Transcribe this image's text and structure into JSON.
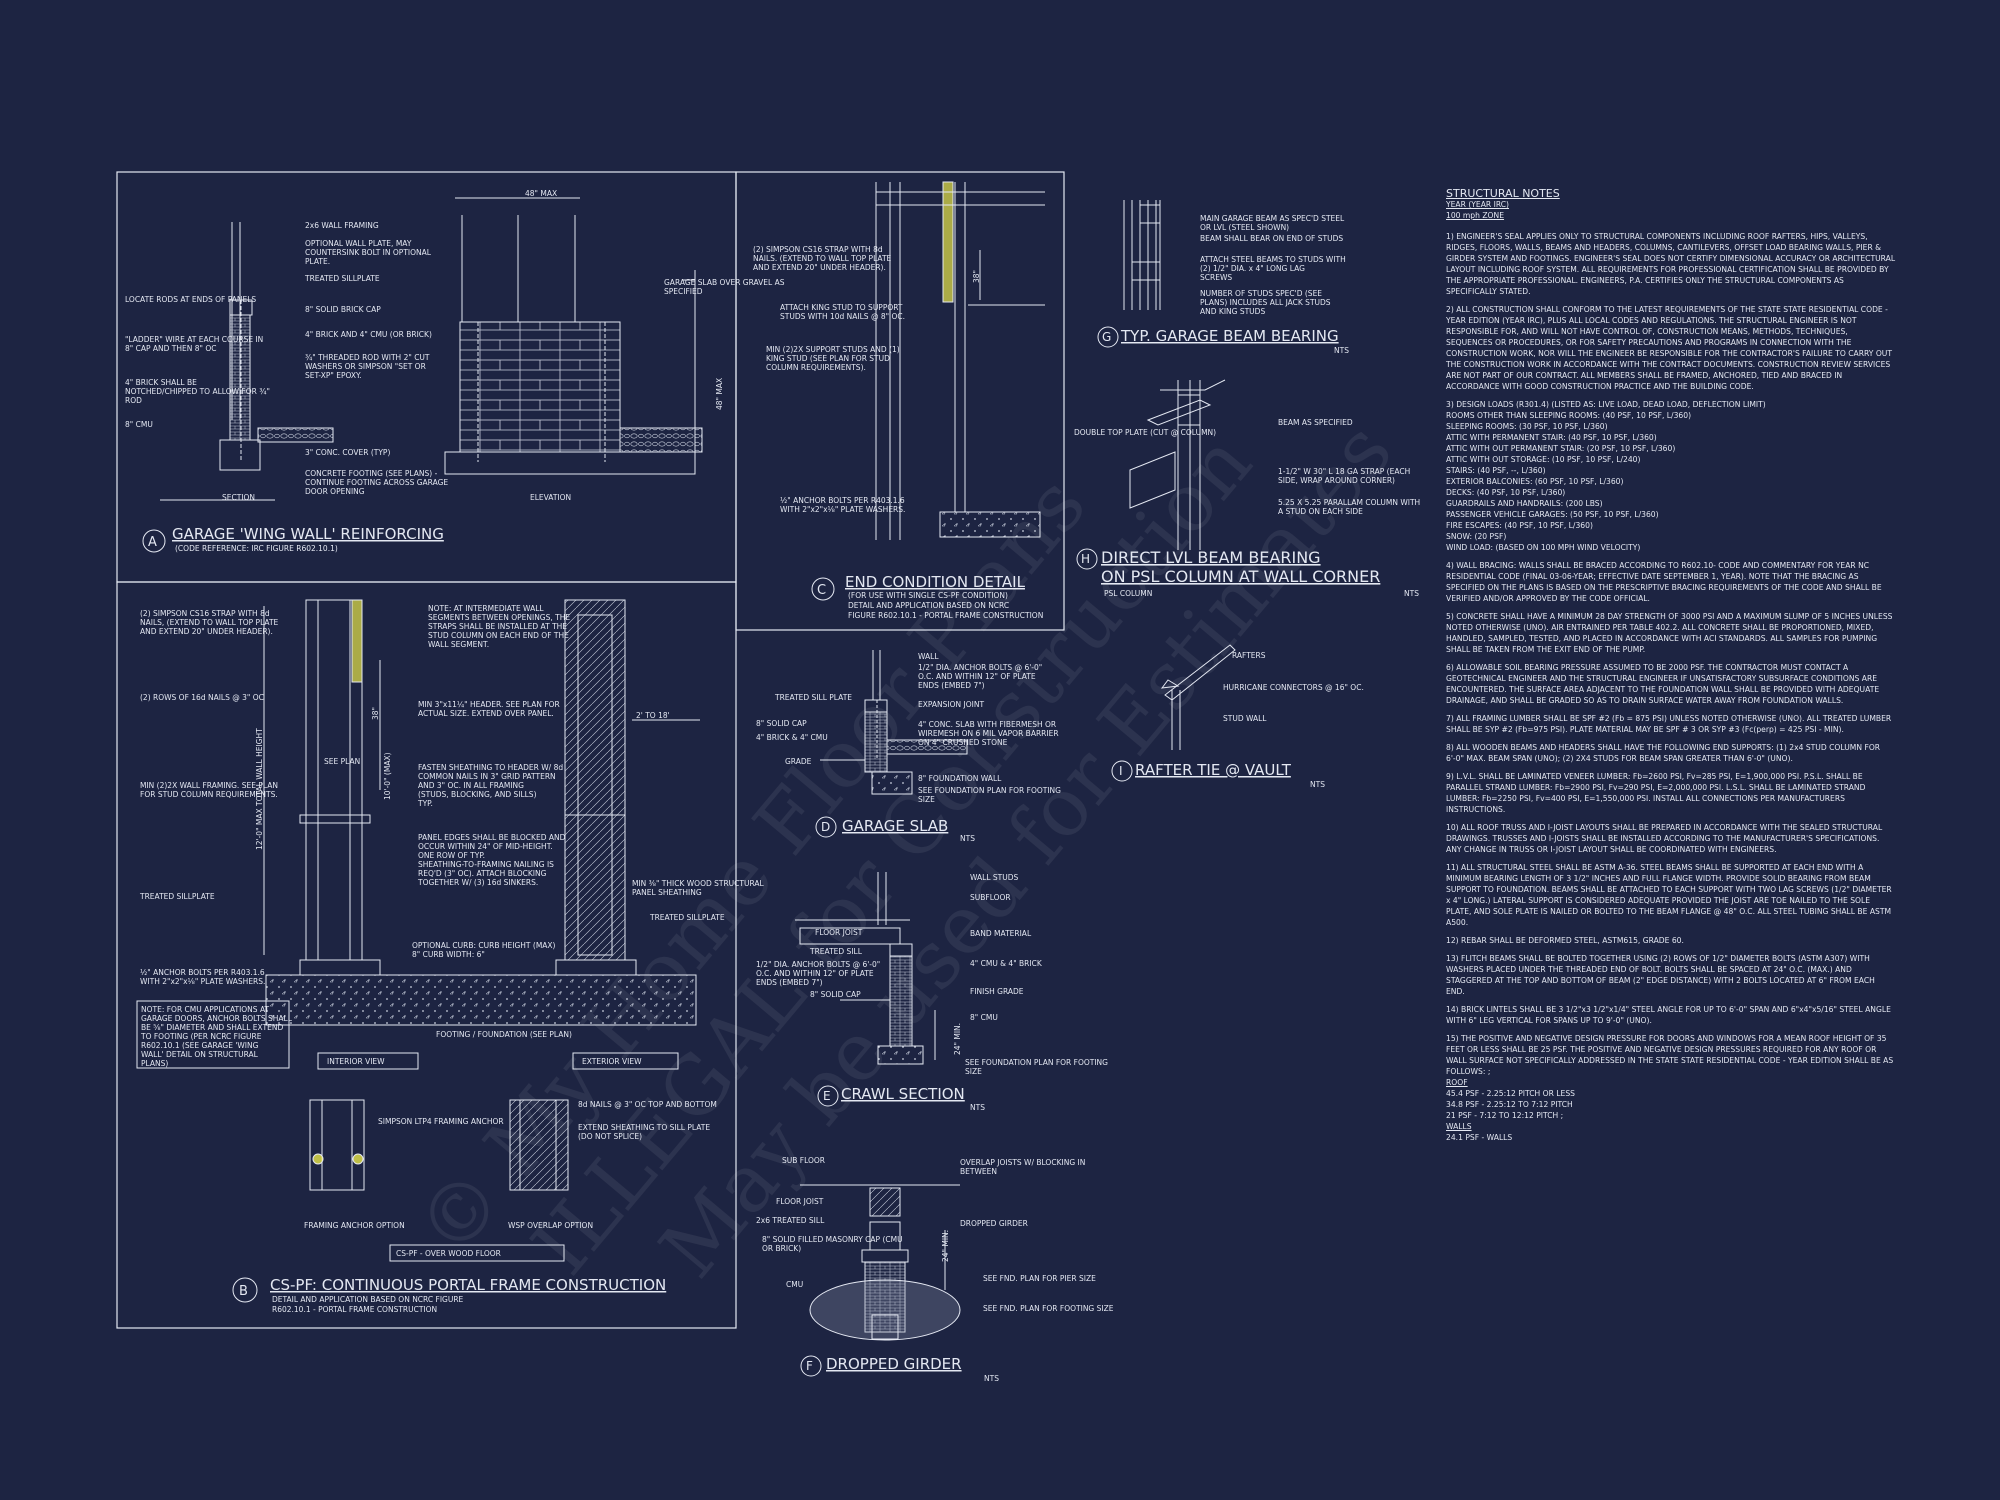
{
  "detail_a": {
    "letter": "A",
    "title": "GARAGE 'WING WALL' REINFORCING",
    "subtitle": "(CODE REFERENCE: IRC FIGURE R602.10.1)",
    "section_label": "SECTION",
    "elevation_label": "ELEVATION",
    "dim_48_max": "48\" MAX",
    "dim_48_max_v": "48\" MAX",
    "callouts": {
      "wall_framing": "2x6 WALL FRAMING",
      "optional_plate": "OPTIONAL WALL PLATE, MAY COUNTERSINK BOLT IN OPTIONAL PLATE.",
      "treated_sill": "TREATED SILLPLATE",
      "solid_cap": "8\" SOLID BRICK CAP",
      "brick_cmu": "4\" BRICK AND 4\" CMU (OR BRICK)",
      "threaded_rod": "¾\" THREADED ROD WITH 2\" CUT WASHERS OR SIMPSON \"SET OR SET-XP\" EPOXY.",
      "locate_rods": "LOCATE RODS AT ENDS OF PANELS",
      "ladder_wire": "\"LADDER\" WIRE AT EACH COURSE IN 8\" CAP AND THEN 8\" OC",
      "notched": "4\" BRICK SHALL BE NOTCHED/CHIPPED TO ALLOW FOR ¾\" ROD",
      "cmu8": "8\" CMU",
      "conc_cover": "3\" CONC. COVER (TYP)",
      "footing": "CONCRETE FOOTING (SEE PLANS) - CONTINUE FOOTING ACROSS GARAGE DOOR OPENING",
      "garage_slab": "GARAGE SLAB OVER GRAVEL AS SPECIFIED"
    }
  },
  "detail_b": {
    "letter": "B",
    "title": "CS-PF: CONTINUOUS PORTAL FRAME CONSTRUCTION",
    "subtitle_1": "DETAIL AND APPLICATION BASED ON NCRC FIGURE",
    "subtitle_2": "R602.10.1 - PORTAL FRAME CONSTRUCTION",
    "interior_view": "INTERIOR VIEW",
    "exterior_view": "EXTERIOR VIEW",
    "framing_anchor": "FRAMING ANCHOR OPTION",
    "wsp_overlap": "WSP OVERLAP OPTION",
    "over_wood_floor": "CS-PF - OVER WOOD FLOOR",
    "see_plan": "SEE PLAN",
    "total_height": "12'-0\" MAX TOTAL WALL HEIGHT",
    "dim_10": "10'-0\" (MAX)",
    "dim_2_to_18": "2' TO 18'",
    "dim_38": "38\"",
    "callouts": {
      "strap": "(2) SIMPSON CS16 STRAP WITH 8d NAILS, (EXTEND TO WALL TOP PLATE AND EXTEND 20\" UNDER HEADER).",
      "nails": "(2) ROWS OF 16d NAILS @ 3\" OC",
      "min_framing": "MIN (2)2X WALL FRAMING. SEE PLAN FOR STUD COLUMN REQUIREMENTS.",
      "treated_sill": "TREATED SILLPLATE",
      "anchor_bolts": "½\" ANCHOR BOLTS PER R403.1.6 WITH 2\"x2\"x⅛\" PLATE WASHERS.",
      "cmu_note": "NOTE: FOR CMU APPLICATIONS AT GARAGE DOORS, ANCHOR BOLTS SHALL BE ⅝\" DIAMETER AND SHALL EXTEND TO FOOTING (PER NCRC FIGURE R602.10.1 (SEE GARAGE 'WING WALL' DETAIL ON STRUCTURAL PLANS)",
      "intermediate": "NOTE: AT INTERMEDIATE WALL SEGMENTS BETWEEN OPENINGS, THE STRAPS SHALL BE INSTALLED AT THE STUD COLUMN ON EACH END OF THE WALL SEGMENT.",
      "header": "MIN 3\"x11¼\" HEADER. SEE PLAN FOR ACTUAL SIZE. EXTEND OVER PANEL.",
      "fasten": "FASTEN SHEATHING TO HEADER W/ 8d COMMON NAILS IN 3\" GRID PATTERN AND 3\" OC. IN ALL FRAMING (STUDS, BLOCKING, AND SILLS) TYP.",
      "panel_edges": "PANEL EDGES SHALL BE BLOCKED AND OCCUR WITHIN 24\" OF MID-HEIGHT. ONE ROW OF TYP. SHEATHING-TO-FRAMING NAILING IS REQ'D (3\" OC). ATTACH BLOCKING TOGETHER W/ (3) 16d SINKERS.",
      "wsp": "MIN ⅜\" THICK WOOD STRUCTURAL PANEL SHEATHING",
      "treated_sill_ext": "TREATED SILLPLATE",
      "curb": "OPTIONAL CURB: CURB HEIGHT (MAX) 8\" CURB WIDTH: 6\"",
      "footing": "FOOTING / FOUNDATION (SEE PLAN)",
      "ltp4": "SIMPSON LTP4 FRAMING ANCHOR",
      "wsp_top": "8d NAILS @ 3\" OC TOP AND BOTTOM",
      "extend_sheathing": "EXTEND SHEATHING TO SILL PLATE (DO NOT SPLICE)"
    }
  },
  "detail_c": {
    "letter": "C",
    "title": "END CONDITION DETAIL",
    "sub_1": "(FOR USE WITH SINGLE CS-PF CONDITION)",
    "sub_2": "DETAIL AND APPLICATION BASED ON NCRC",
    "sub_3": "FIGURE R602.10.1 - PORTAL FRAME CONSTRUCTION",
    "dim_38": "38\"",
    "callouts": {
      "strap": "(2) SIMPSON CS16 STRAP WITH 8d NAILS. (EXTEND TO WALL TOP PLATE AND EXTEND 20\" UNDER HEADER).",
      "king_stud": "ATTACH KING STUD TO SUPPORT STUDS WITH 10d NAILS @ 8\" OC.",
      "min_studs": "MIN (2)2X SUPPORT STUDS AND (1) KING STUD (SEE PLAN FOR STUD COLUMN REQUIREMENTS).",
      "anchor": "½\" ANCHOR BOLTS PER R403.1.6 WITH 2\"x2\"x⅛\" PLATE WASHERS."
    }
  },
  "detail_d": {
    "letter": "D",
    "title": "GARAGE SLAB",
    "nts": "NTS",
    "callouts": {
      "wall": "WALL",
      "anchor": "1/2\" DIA. ANCHOR BOLTS @ 6'-0\" O.C. AND WITHIN 12\" OF PLATE ENDS (EMBED 7\")",
      "treated": "TREATED SILL PLATE",
      "solid_cap": "8\" SOLID CAP",
      "brick": "4\" BRICK & 4\" CMU",
      "grade": "GRADE",
      "expansion": "EXPANSION JOINT",
      "slab": "4\" CONC. SLAB WITH FIBERMESH OR WIREMESH ON 6 MIL VAPOR BARRIER ON 4\" CRUSHED STONE",
      "fnd_wall": "8\" FOUNDATION WALL",
      "see_fnd": "SEE FOUNDATION PLAN FOR FOOTING SIZE"
    }
  },
  "detail_e": {
    "letter": "E",
    "title": "CRAWL SECTION",
    "nts": "NTS",
    "dim_24": "24\" MIN.",
    "callouts": {
      "wall_studs": "WALL STUDS",
      "subfloor": "SUBFLOOR",
      "floor_joist": "FLOOR JOIST",
      "band": "BAND MATERIAL",
      "treated": "TREATED SILL",
      "anchor": "1/2\" DIA. ANCHOR BOLTS @ 6'-0\" O.C. AND WITHIN 12\" OF PLATE ENDS (EMBED 7\")",
      "solid_cap": "8\" SOLID CAP",
      "cmu4": "4\" CMU & 4\" BRICK",
      "grade": "FINISH GRADE",
      "cmu8": "8\" CMU",
      "see_fnd": "SEE FOUNDATION PLAN FOR FOOTING SIZE"
    }
  },
  "detail_f": {
    "letter": "F",
    "title": "DROPPED GIRDER",
    "nts": "NTS",
    "dim_24": "24\" MIN.",
    "callouts": {
      "sub_floor": "SUB FLOOR",
      "overlap": "OVERLAP JOISTS W/ BLOCKING IN BETWEEN",
      "floor_joist": "FLOOR JOIST",
      "treated": "2x6 TREATED SILL",
      "girder": "DROPPED GIRDER",
      "masonry": "8\" SOLID FILLED MASONRY CAP (CMU OR BRICK)",
      "cmu": "CMU",
      "pier": "SEE FND. PLAN FOR PIER SIZE",
      "footing": "SEE FND. PLAN FOR FOOTING SIZE"
    }
  },
  "detail_g": {
    "letter": "G",
    "title": "TYP. GARAGE BEAM BEARING",
    "nts": "NTS",
    "callouts": {
      "beam": "MAIN GARAGE BEAM AS SPEC'D STEEL OR LVL (STEEL SHOWN)",
      "bear": "BEAM SHALL BEAR ON END OF STUDS",
      "attach": "ATTACH STEEL BEAMS TO STUDS WITH (2) 1/2\" DIA. x 4\" LONG LAG SCREWS",
      "number": "NUMBER OF STUDS SPEC'D (SEE PLANS) INCLUDES ALL JACK STUDS AND KING STUDS"
    }
  },
  "detail_h": {
    "letter": "H",
    "title_1": "DIRECT LVL BEAM BEARING",
    "title_2": "ON PSL COLUMN AT WALL CORNER",
    "sub": "PSL COLUMN",
    "nts": "NTS",
    "callouts": {
      "double_top": "DOUBLE TOP PLATE (CUT @ COLUMN)",
      "beam": "BEAM AS SPECIFIED",
      "strap": "1-1/2\" W 30\" L 18 GA STRAP (EACH SIDE, WRAP AROUND CORNER)",
      "psl": "5.25 X 5.25 PARALLAM COLUMN WITH A STUD ON EACH SIDE"
    }
  },
  "detail_i": {
    "letter": "I",
    "title": "RAFTER TIE @ VAULT",
    "nts": "NTS",
    "callouts": {
      "rafters": "RAFTERS",
      "hurricane": "HURRICANE CONNECTORS @ 16\" OC.",
      "stud_wall": "STUD WALL"
    }
  },
  "watermark": {
    "line_1": "© My Home Floor Plans",
    "line_2": "ILLEGAL for Construction",
    "line_3": "May be used for Estimates"
  },
  "notes": {
    "title": "STRUCTURAL NOTES",
    "year": "YEAR (YEAR IRC)",
    "zone": "100 mph ZONE",
    "n1": "1) ENGINEER'S SEAL APPLIES ONLY TO STRUCTURAL COMPONENTS INCLUDING ROOF RAFTERS, HIPS, VALLEYS, RIDGES, FLOORS, WALLS, BEAMS AND HEADERS, COLUMNS, CANTILEVERS, OFFSET LOAD BEARING WALLS, PIER & GIRDER SYSTEM AND FOOTINGS. ENGINEER'S SEAL DOES NOT CERTIFY DIMENSIONAL ACCURACY OR ARCHITECTURAL LAYOUT INCLUDING ROOF SYSTEM. ALL REQUIREMENTS FOR PROFESSIONAL CERTIFICATION SHALL BE PROVIDED BY THE APPROPRIATE PROFESSIONAL. ENGINEERS, P.A. CERTIFIES ONLY THE STRUCTURAL COMPONENTS AS SPECIFICALLY STATED.",
    "n2": "2) ALL CONSTRUCTION SHALL CONFORM TO THE LATEST REQUIREMENTS OF THE STATE STATE RESIDENTIAL CODE - YEAR EDITION (YEAR IRC), PLUS ALL LOCAL CODES AND REGULATIONS. THE STRUCTURAL ENGINEER IS NOT RESPONSIBLE FOR, AND WILL NOT HAVE CONTROL OF, CONSTRUCTION MEANS, METHODS, TECHNIQUES, SEQUENCES OR PROCEDURES, OR FOR SAFETY PRECAUTIONS AND PROGRAMS IN CONNECTION WITH THE CONSTRUCTION WORK, NOR WILL THE ENGINEER BE RESPONSIBLE FOR THE CONTRACTOR'S FAILURE TO CARRY OUT THE CONSTRUCTION WORK IN ACCORDANCE WITH THE CONTRACT DOCUMENTS. CONSTRUCTION REVIEW SERVICES ARE NOT PART OF OUR CONTRACT. ALL MEMBERS SHALL BE FRAMED, ANCHORED, TIED AND BRACED IN ACCORDANCE WITH GOOD CONSTRUCTION PRACTICE AND THE BUILDING CODE.",
    "n3": "3) DESIGN LOADS (R301.4) (LISTED AS: LIVE LOAD, DEAD LOAD, DEFLECTION LIMIT)",
    "loads": [
      "ROOMS OTHER THAN SLEEPING ROOMS: (40 PSF, 10 PSF, L/360)",
      "SLEEPING ROOMS: (30 PSF, 10 PSF, L/360)",
      "ATTIC WITH PERMANENT STAIR: (40 PSF, 10 PSF, L/360)",
      "ATTIC WITH OUT PERMANENT STAIR: (20 PSF, 10 PSF, L/360)",
      "ATTIC WITH OUT STORAGE: (10 PSF, 10 PSF, L/240)",
      "STAIRS: (40 PSF, --, L/360)",
      "EXTERIOR BALCONIES: (60 PSF, 10 PSF, L/360)",
      "DECKS: (40 PSF, 10 PSF, L/360)",
      "GUARDRAILS AND HANDRAILS: (200 LBS)",
      "PASSENGER VEHICLE GARAGES: (50 PSF, 10 PSF, L/360)",
      "FIRE ESCAPES: (40 PSF, 10 PSF, L/360)",
      "SNOW: (20 PSF)",
      "WIND LOAD: (BASED ON 100 MPH WIND VELOCITY)"
    ],
    "n4": "4) WALL BRACING: WALLS SHALL BE BRACED ACCORDING TO R602.10- CODE AND COMMENTARY FOR YEAR NC RESIDENTIAL CODE (FINAL 03-06-YEAR; EFFECTIVE DATE SEPTEMBER 1, YEAR). NOTE THAT THE BRACING AS SPECIFIED ON THE PLANS IS BASED ON THE PRESCRIPTIVE BRACING REQUIREMENTS OF THE CODE AND SHALL BE VERIFIED AND/OR APPROVED BY THE CODE OFFICIAL.",
    "n5": "5) CONCRETE SHALL HAVE A MINIMUM 28 DAY STRENGTH OF 3000 PSI AND A MAXIMUM SLUMP OF 5 INCHES UNLESS NOTED OTHERWISE (UNO). AIR ENTRAINED PER TABLE 402.2. ALL CONCRETE SHALL BE PROPORTIONED, MIXED, HANDLED, SAMPLED, TESTED, AND PLACED IN ACCORDANCE WITH ACI STANDARDS. ALL SAMPLES FOR PUMPING SHALL BE TAKEN FROM THE EXIT END OF THE PUMP.",
    "n6": "6) ALLOWABLE SOIL BEARING PRESSURE ASSUMED TO BE 2000 PSF. THE CONTRACTOR MUST CONTACT A GEOTECHNICAL ENGINEER AND THE STRUCTURAL ENGINEER IF UNSATISFACTORY SUBSURFACE CONDITIONS ARE ENCOUNTERED. THE SURFACE AREA ADJACENT TO THE FOUNDATION WALL SHALL BE PROVIDED WITH ADEQUATE DRAINAGE, AND SHALL BE GRADED SO AS TO DRAIN SURFACE WATER AWAY FROM FOUNDATION WALLS.",
    "n7": "7) ALL FRAMING LUMBER SHALL BE SPF #2 (Fb = 875 PSI) UNLESS NOTED OTHERWISE (UNO). ALL TREATED LUMBER SHALL BE SYP #2 (Fb=975 PSI). PLATE MATERIAL MAY BE SPF # 3 OR SYP #3 (Fc(perp) = 425 PSI - MIN).",
    "n8": "8) ALL WOODEN BEAMS AND HEADERS SHALL HAVE THE FOLLOWING END SUPPORTS: (1) 2x4 STUD COLUMN FOR 6'-0\" MAX. BEAM SPAN (UNO); (2) 2X4 STUDS FOR BEAM SPAN GREATER THAN 6'-0\" (UNO).",
    "n9": "9) L.V.L. SHALL BE LAMINATED VENEER LUMBER: Fb=2600 PSI, Fv=285 PSI, E=1,900,000 PSI. P.S.L. SHALL BE PARALLEL STRAND LUMBER: Fb=2900 PSI, Fv=290 PSI, E=2,000,000 PSI. L.S.L. SHALL BE LAMINATED STRAND LUMBER: Fb=2250 PSI, Fv=400 PSI, E=1,550,000 PSI. INSTALL ALL CONNECTIONS PER MANUFACTURERS INSTRUCTIONS.",
    "n10": "10) ALL ROOF TRUSS AND I-JOIST LAYOUTS SHALL BE PREPARED IN ACCORDANCE WITH THE SEALED STRUCTURAL DRAWINGS. TRUSSES AND I-JOISTS SHALL BE INSTALLED ACCORDING TO THE MANUFACTURER'S SPECIFICATIONS. ANY CHANGE IN TRUSS OR I-JOIST LAYOUT SHALL BE COORDINATED WITH ENGINEERS.",
    "n11": "11) ALL STRUCTURAL STEEL SHALL BE ASTM A-36. STEEL BEAMS SHALL BE SUPPORTED AT EACH END WITH A MINIMUM BEARING LENGTH OF 3 1/2\" INCHES AND FULL FLANGE WIDTH. PROVIDE SOLID BEARING FROM BEAM SUPPORT TO FOUNDATION. BEAMS SHALL BE ATTACHED TO EACH SUPPORT WITH TWO LAG SCREWS (1/2\" DIAMETER x 4\" LONG.) LATERAL SUPPORT IS CONSIDERED ADEQUATE PROVIDED THE JOIST ARE TOE NAILED TO THE SOLE PLATE, AND SOLE PLATE IS NAILED OR BOLTED TO THE BEAM FLANGE @ 48\" O.C. ALL STEEL TUBING SHALL BE ASTM A500.",
    "n12": "12) REBAR SHALL BE DEFORMED STEEL, ASTM615, GRADE 60.",
    "n13": "13) FLITCH BEAMS SHALL BE BOLTED TOGETHER USING (2) ROWS OF 1/2\" DIAMETER BOLTS (ASTM A307) WITH WASHERS PLACED UNDER THE THREADED END OF BOLT. BOLTS SHALL BE SPACED AT 24\" O.C. (MAX.) AND STAGGERED AT THE TOP AND BOTTOM OF BEAM (2\" EDGE DISTANCE) WITH 2 BOLTS LOCATED AT 6\" FROM EACH END.",
    "n14": "14) BRICK LINTELS SHALL BE 3 1/2\"x3 1/2\"x1/4\" STEEL ANGLE FOR UP TO 6'-0\" SPAN AND 6\"x4\"x5/16\" STEEL ANGLE WITH 6\" LEG VERTICAL FOR SPANS UP TO 9'-0\" (UNO).",
    "n15": "15) THE POSITIVE AND NEGATIVE DESIGN PRESSURE FOR DOORS AND WINDOWS FOR A MEAN ROOF HEIGHT OF 35 FEET OR LESS SHALL BE 25 PSF. THE POSITIVE AND NEGATIVE DESIGN PRESSURES REQUIRED FOR ANY ROOF OR WALL SURFACE NOT SPECIFICALLY ADDRESSED IN THE STATE STATE RESIDENTIAL CODE - YEAR EDITION SHALL BE AS FOLLOWS: ;",
    "roof_label": "ROOF",
    "roof_lines": [
      "45.4 PSF - 2.25:12 PITCH OR LESS",
      "34.8 PSF - 2.25:12 TO 7:12 PITCH",
      "21 PSF - 7:12 TO 12:12 PITCH ;"
    ],
    "walls_label": "WALLS",
    "walls_line": "24.1 PSF - WALLS"
  }
}
